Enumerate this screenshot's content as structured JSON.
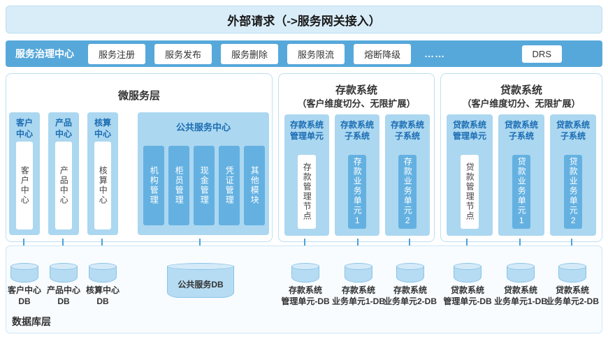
{
  "banner": {
    "label": "外部请求（->服务网关接入）"
  },
  "governance": {
    "title": "服务治理中心",
    "buttons": [
      "服务注册",
      "服务发布",
      "服务删除",
      "服务限流",
      "熔断降级"
    ],
    "ellipsis": "……",
    "drs_label": "DRS"
  },
  "micro": {
    "title": "微服务层",
    "columns": [
      {
        "header": "客户中心",
        "item": "客户中心"
      },
      {
        "header": "产品中心",
        "item": "产品中心"
      },
      {
        "header": "核算中心",
        "item": "核算中心"
      }
    ],
    "public": {
      "header": "公共服务中心",
      "bars": [
        "机构管理",
        "柜员管理",
        "现金管理",
        "凭证管理",
        "其他模块"
      ]
    }
  },
  "deposit": {
    "title": "存款系统",
    "subtitle": "（客户维度切分、无限扩展）",
    "columns": [
      {
        "header": "存款系统管理单元",
        "item": "存款管理节点"
      },
      {
        "header": "存款系统子系统",
        "item": "存款业务单元1"
      },
      {
        "header": "存款系统子系统",
        "item": "存款业务单元2"
      }
    ]
  },
  "loan": {
    "title": "贷款系统",
    "subtitle": "（客户维度切分、无限扩展）",
    "columns": [
      {
        "header": "贷款系统管理单元",
        "item": "贷款管理节点"
      },
      {
        "header": "贷款系统子系统",
        "item": "贷款业务单元1"
      },
      {
        "header": "贷款系统子系统",
        "item": "贷款业务单元2"
      }
    ]
  },
  "database": {
    "title": "数据库层",
    "items": [
      {
        "line1": "客户中心",
        "line2": "DB"
      },
      {
        "line1": "产品中心",
        "line2": "DB"
      },
      {
        "line1": "核算中心",
        "line2": "DB"
      },
      {
        "line1": "公共服务DB"
      },
      {
        "line1": "存款系统",
        "line2": "管理单元-DB"
      },
      {
        "line1": "存款系统",
        "line2": "业务单元1-DB"
      },
      {
        "line1": "存款系统",
        "line2": "业务单元2-DB"
      },
      {
        "line1": "贷款系统",
        "line2": "管理单元-DB"
      },
      {
        "line1": "贷款系统",
        "line2": "业务单元1-DB"
      },
      {
        "line1": "贷款系统",
        "line2": "业务单元2-DB"
      }
    ]
  },
  "colors": {
    "governance_bar": "#57a8da",
    "banner_fill": "#d9edf9",
    "column_fill": "#abd7f0",
    "inner_bar_fill": "#64b1e1",
    "header_text": "#1c6db3",
    "arrow": "#4da1d9"
  }
}
